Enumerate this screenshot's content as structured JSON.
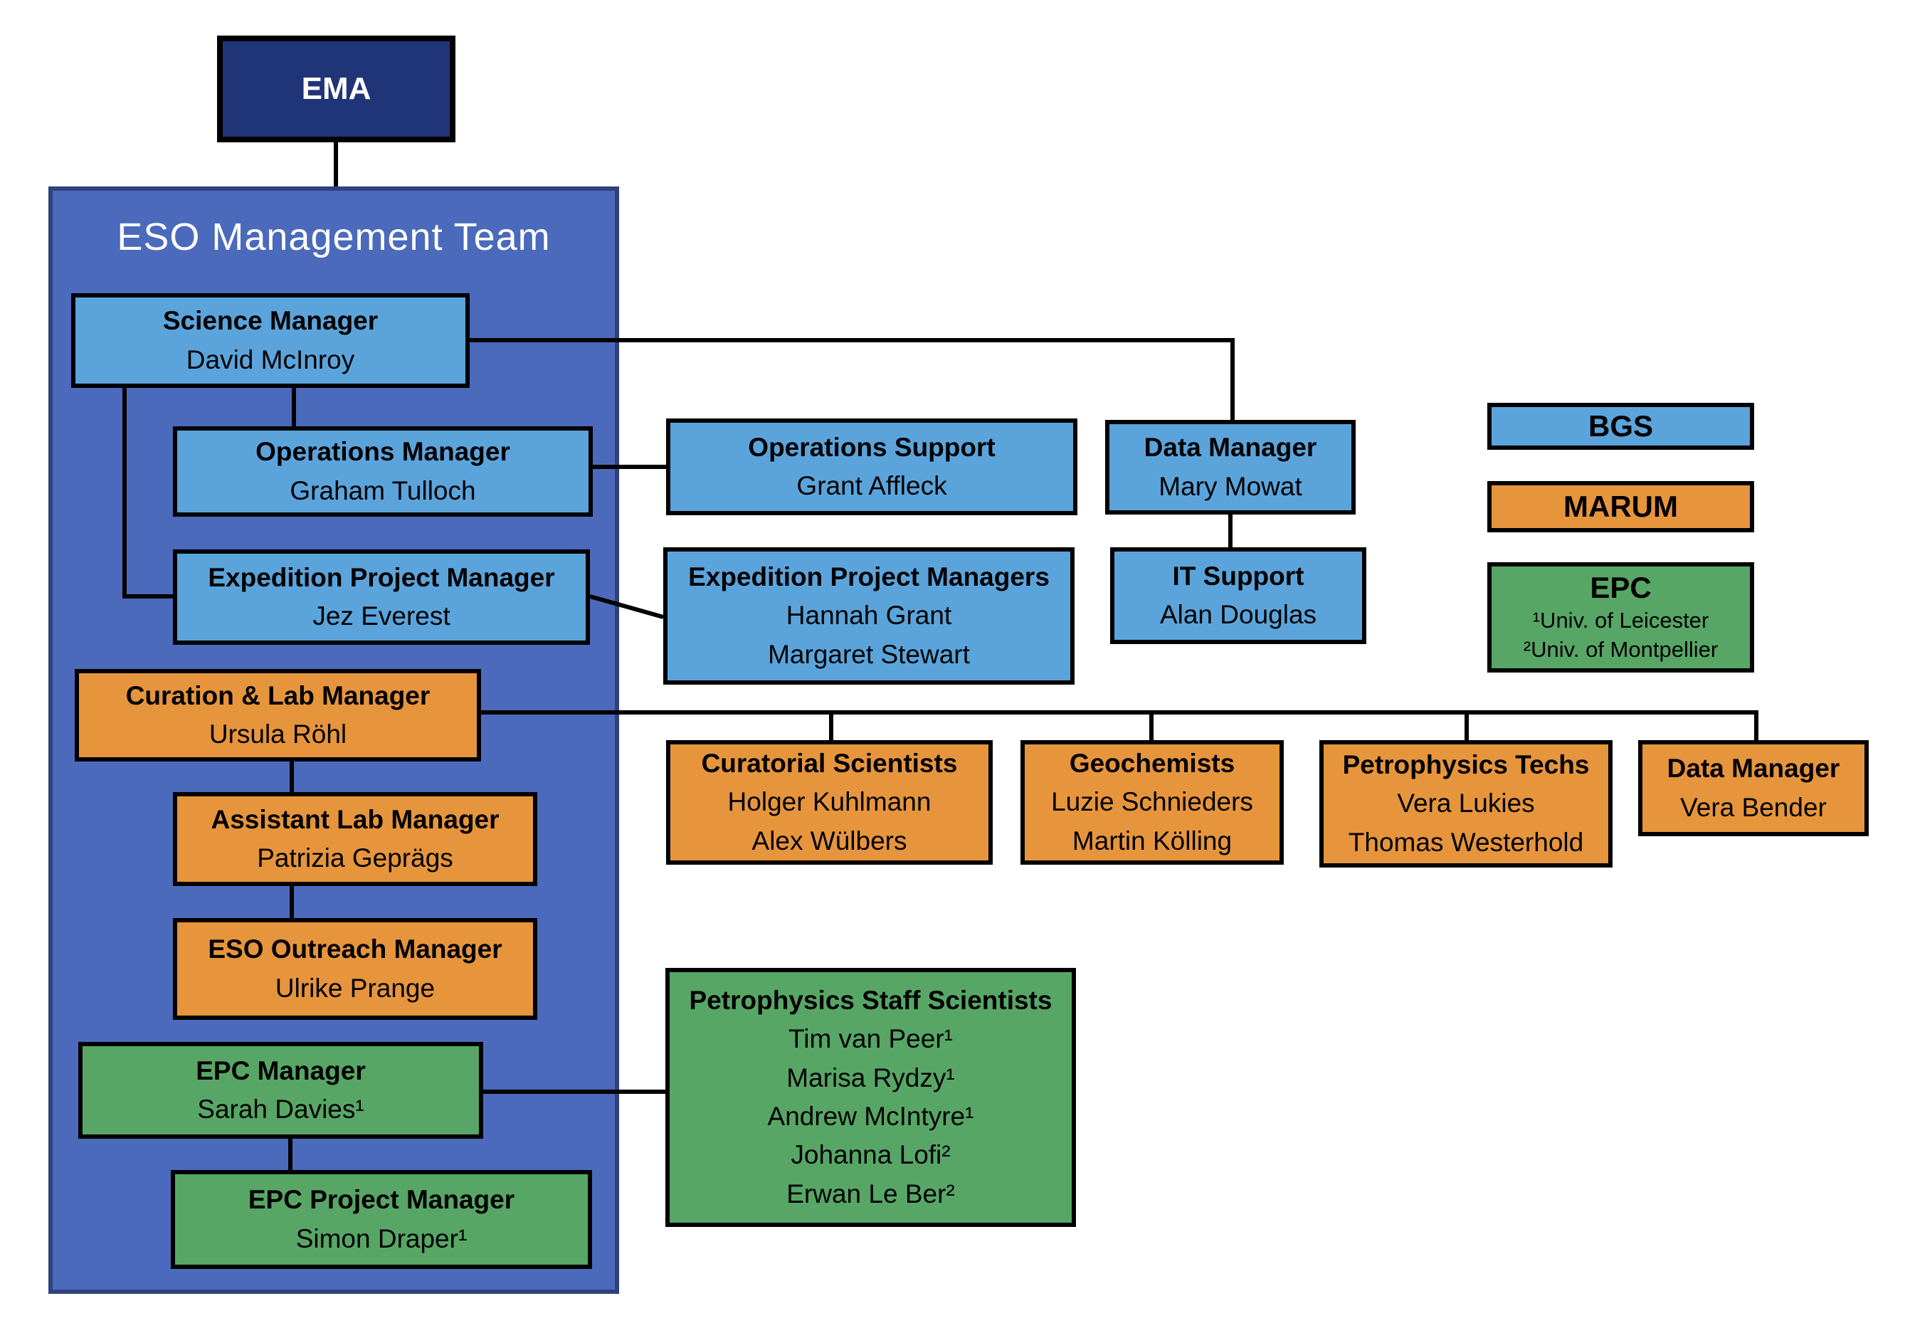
{
  "colors": {
    "navy": "#203577",
    "container_blue": "#4B6ABB",
    "container_border": "#31417A",
    "light_blue": "#5BA4DB",
    "orange": "#E6953C",
    "green": "#57A666",
    "line": "#000000"
  },
  "ema": {
    "label": "EMA"
  },
  "container": {
    "title": "ESO Management Team"
  },
  "boxes": {
    "science_manager": {
      "title": "Science Manager",
      "names": [
        "David McInroy"
      ]
    },
    "operations_manager": {
      "title": "Operations Manager",
      "names": [
        "Graham Tulloch"
      ]
    },
    "expedition_project_manager": {
      "title": "Expedition Project Manager",
      "names": [
        "Jez Everest"
      ]
    },
    "operations_support": {
      "title": "Operations Support",
      "names": [
        "Grant Affleck"
      ]
    },
    "expedition_project_managers": {
      "title": "Expedition Project Managers",
      "names": [
        "Hannah Grant",
        "Margaret Stewart"
      ]
    },
    "data_manager_mowat": {
      "title": "Data Manager",
      "names": [
        "Mary Mowat"
      ]
    },
    "it_support": {
      "title": "IT Support",
      "names": [
        "Alan Douglas"
      ]
    },
    "curation_lab_manager": {
      "title": "Curation & Lab Manager",
      "names": [
        "Ursula Röhl"
      ]
    },
    "assistant_lab_manager": {
      "title": "Assistant Lab Manager",
      "names": [
        "Patrizia Geprägs"
      ]
    },
    "eso_outreach_manager": {
      "title": "ESO Outreach Manager",
      "names": [
        "Ulrike Prange"
      ]
    },
    "curatorial_scientists": {
      "title": "Curatorial Scientists",
      "names": [
        "Holger Kuhlmann",
        "Alex Wülbers"
      ]
    },
    "geochemists": {
      "title": "Geochemists",
      "names": [
        "Luzie Schnieders",
        "Martin Kölling"
      ]
    },
    "petrophysics_techs": {
      "title": "Petrophysics Techs",
      "names": [
        "Vera Lukies",
        "Thomas Westerhold"
      ]
    },
    "data_manager_bender": {
      "title": "Data Manager",
      "names": [
        "Vera Bender"
      ]
    },
    "epc_manager": {
      "title": "EPC Manager",
      "names": [
        "Sarah Davies¹"
      ]
    },
    "epc_project_manager": {
      "title": "EPC Project Manager",
      "names": [
        "Simon Draper¹"
      ]
    },
    "petrophysics_staff_scientists": {
      "title": "Petrophysics Staff Scientists",
      "names": [
        "Tim van Peer¹",
        "Marisa Rydzy¹",
        "Andrew McIntyre¹",
        "Johanna Lofi²",
        "Erwan Le Ber²"
      ]
    }
  },
  "legend": {
    "bgs": {
      "label": "BGS"
    },
    "marum": {
      "label": "MARUM"
    },
    "epc": {
      "label": "EPC",
      "footnotes": [
        "¹Univ. of Leicester",
        "²Univ. of Montpellier"
      ]
    }
  }
}
